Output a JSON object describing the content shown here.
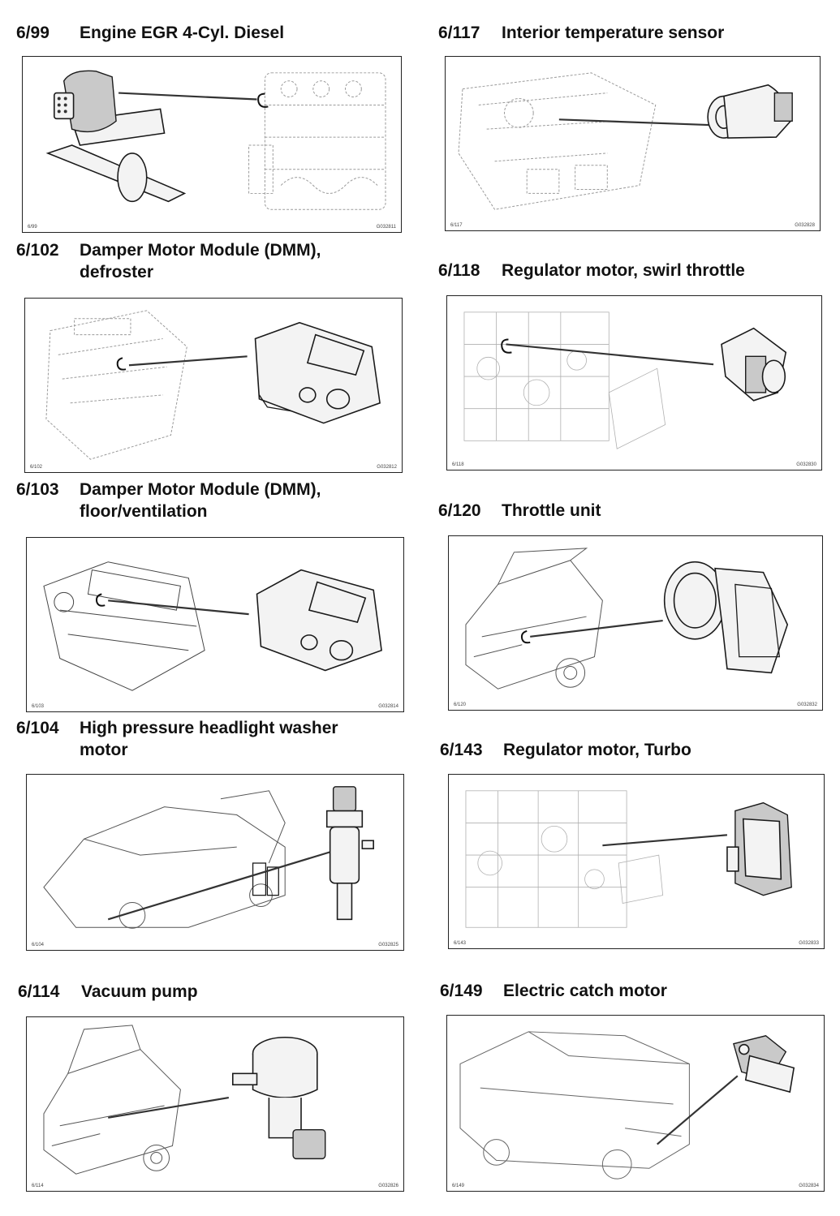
{
  "entries": [
    {
      "num": "6/99",
      "title_lines": [
        "Engine EGR 4-Cyl. Diesel"
      ],
      "caption_left": "6/99",
      "caption_right": "G032811"
    },
    {
      "num": "6/117",
      "title_lines": [
        "Interior temperature sensor"
      ],
      "caption_left": "6/117",
      "caption_right": "G032828"
    },
    {
      "num": "6/102",
      "title_lines": [
        "Damper Motor Module (DMM),",
        "defroster"
      ],
      "caption_left": "6/102",
      "caption_right": "G032812"
    },
    {
      "num": "6/118",
      "title_lines": [
        "Regulator motor, swirl throttle"
      ],
      "caption_left": "6/118",
      "caption_right": "G032830"
    },
    {
      "num": "6/103",
      "title_lines": [
        "Damper Motor Module (DMM),",
        "floor/ventilation"
      ],
      "caption_left": "6/103",
      "caption_right": "G032814"
    },
    {
      "num": "6/120",
      "title_lines": [
        "Throttle unit"
      ],
      "caption_left": "6/120",
      "caption_right": "G032832"
    },
    {
      "num": "6/104",
      "title_lines": [
        "High pressure headlight washer",
        "motor"
      ],
      "caption_left": "6/104",
      "caption_right": "G032825"
    },
    {
      "num": "6/143",
      "title_lines": [
        "Regulator motor, Turbo"
      ],
      "caption_left": "6/143",
      "caption_right": "G032833"
    },
    {
      "num": "6/114",
      "title_lines": [
        "Vacuum pump"
      ],
      "caption_left": "6/114",
      "caption_right": "G032826"
    },
    {
      "num": "6/149",
      "title_lines": [
        "Electric catch motor"
      ],
      "caption_left": "6/149",
      "caption_right": "G032834"
    }
  ]
}
